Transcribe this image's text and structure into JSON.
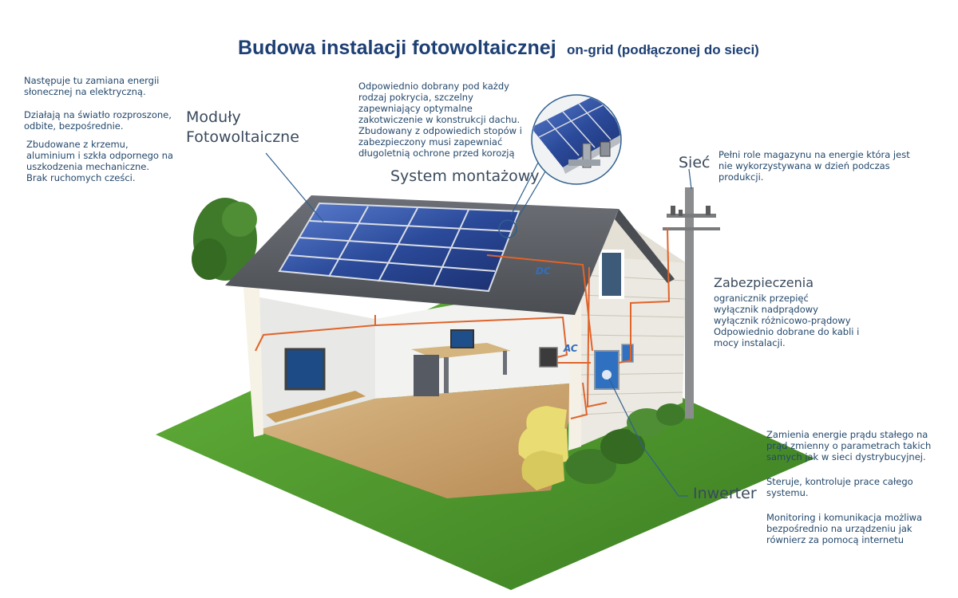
{
  "title": {
    "main": "Budowa instalacji fotowoltaicznej",
    "sub": "on-grid (podłączonej do sieci)"
  },
  "modules": {
    "label": "Moduły\nFotowoltaiczne",
    "desc1": "Następuje tu zamiana energii\nsłonecznej na elektryczną.",
    "desc2": "Działają na światło rozproszone,\nodbite, bezpośrednie.",
    "desc3": "Zbudowane z krzemu,\naluminium i szkła odpornego na\nuszkodzenia mechaniczne.\nBrak ruchomych cześci."
  },
  "mounting": {
    "label": "System montażowy",
    "desc": "Odpowiednio dobrany pod każdy\nrodzaj pokrycia, szczelny\nzapewniający optymalne\nzakotwiczenie w konstrukcji dachu.\nZbudowany z odpowiedich stopów i\nzabezpieczony musi zapewniać\ndługoletnią ochrone przed korozją"
  },
  "grid": {
    "label": "Sieć",
    "desc": "Pełni role magazynu na energie która jest\nnie wykorzystywana w dzień podczas\nprodukcji."
  },
  "protection": {
    "label": "Zabezpieczenia",
    "desc": "ogranicznik przepięć\nwyłącznik nadprądowy\nwyłącznik różnicowo-prądowy\nOdpowiednio dobrane do kabli i\nmocy instalacji."
  },
  "inverter": {
    "label": "Inwerter",
    "desc1": "Zamienia energie prądu stałego na\nprąd zmienny o parametrach takich\nsamych jak w sieci dystrybucyjnej.",
    "desc2": "Steruje, kontroluje prace całego\nsystemu.",
    "desc3": "Monitoring i komunikacja możliwa\nbezpośrednio na urządzeniu jak\nrównierz za pomocą internetu"
  },
  "wires": {
    "dc_label": "DC",
    "ac_label": "AC"
  },
  "colors": {
    "title": "#1d3f73",
    "text": "#24486b",
    "leader": "#2f5f8f",
    "wire": "#e0642a",
    "grass": "#4e9a2e",
    "roof": "#5a5d63",
    "panel": "#2b4a9a"
  }
}
